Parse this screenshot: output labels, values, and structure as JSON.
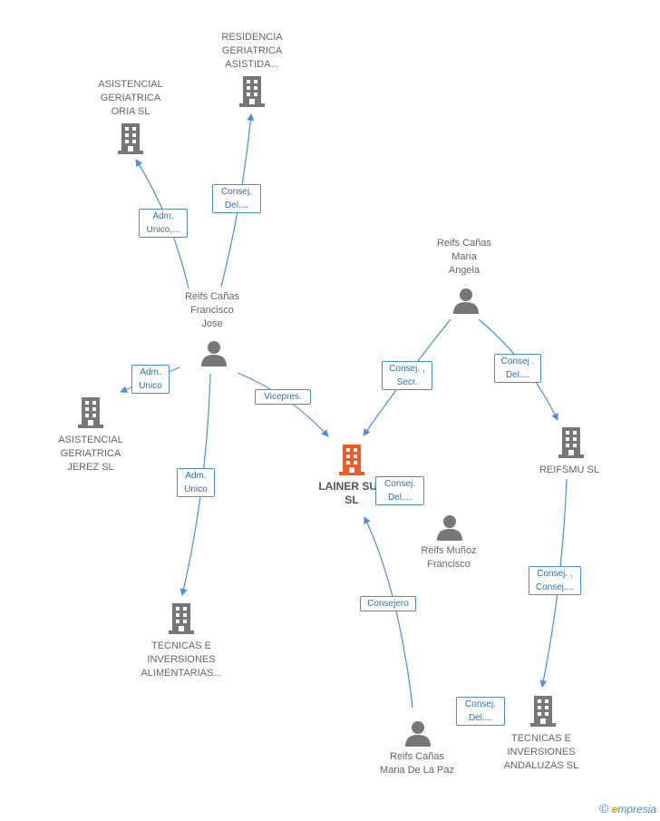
{
  "colors": {
    "edge": "#4a90d9",
    "company": "#777777",
    "company_main": "#f15a29",
    "person": "#777777"
  },
  "nodes": {
    "residencia": {
      "label": "RESIDENCIA\nGERIATRICA\nASISTIDA...",
      "icon": "building-icon"
    },
    "oria": {
      "label": "ASISTENCIAL\nGERIATRICA\nORIA  SL",
      "icon": "building-icon"
    },
    "francisco_jose": {
      "label": "Reifs Cañas\nFrancisco\nJose",
      "icon": "person-icon"
    },
    "jerez": {
      "label": "ASISTENCIAL\nGERIATRICA\nJEREZ SL",
      "icon": "building-icon"
    },
    "tecnicas_alim": {
      "label": "TECNICAS E\nINVERSIONES\nALIMENTARIAS...",
      "icon": "building-icon"
    },
    "lainer": {
      "label": "LAINER SUR\nSL",
      "icon": "building-icon"
    },
    "maria_angela": {
      "label": "Reifs Cañas\nMaria\nAngela",
      "icon": "person-icon"
    },
    "reifsmu": {
      "label": "REIFSMU SL",
      "icon": "building-icon"
    },
    "munoz": {
      "label": "Reifs Muñoz\nFrancisco",
      "icon": "person-icon"
    },
    "maria_paz": {
      "label": "Reifs Cañas\nMaria De La Paz",
      "icon": "person-icon"
    },
    "tecnicas_and": {
      "label": "TECNICAS E\nINVERSIONES\nANDALUZAS SL",
      "icon": "building-icon"
    }
  },
  "relations": {
    "adm_oria": "Adm.\nUnico,...",
    "consej_residencia": "Consej.\nDel....",
    "adm_jerez": "Adm.\nUnico",
    "vicepres": "Vicepres.",
    "adm_tecnicas": "Adm.\nUnico",
    "consej_secr": "Consej. ,\nSecr.",
    "consej_reifsmu": "Consej .\nDel....",
    "consej_lainer": "Consej.\nDel....",
    "consejero": "Consejero",
    "consej_consej": "Consej. ,\nConsej....",
    "consej_tecnicas_and": "Consej.\nDel...."
  },
  "watermark": {
    "symbol": "©",
    "brand_first": "e",
    "brand_rest": "mpresia"
  }
}
